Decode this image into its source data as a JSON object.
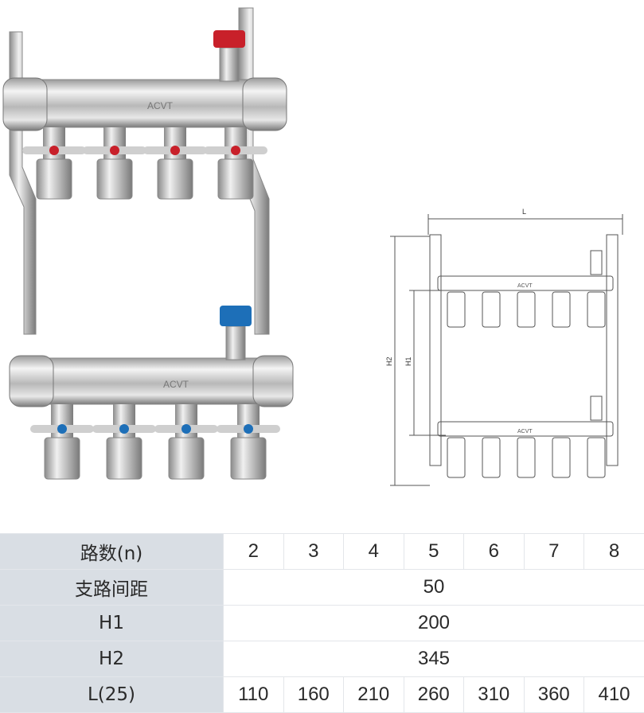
{
  "brand": "ACVT",
  "drawing": {
    "dim_L": "L",
    "dim_H1": "H1",
    "dim_H2": "H2"
  },
  "colors": {
    "supply_handle": "#c8202a",
    "return_handle": "#1d6fb8",
    "header_bg": "#d9dee4"
  },
  "table": {
    "rows": [
      {
        "label": "路数(n)",
        "values": [
          "2",
          "3",
          "4",
          "5",
          "6",
          "7",
          "8"
        ]
      },
      {
        "label": "支路间距",
        "span": "50"
      },
      {
        "label": "H1",
        "span": "200"
      },
      {
        "label": "H2",
        "span": "345"
      },
      {
        "label": "L(25)",
        "values": [
          "110",
          "160",
          "210",
          "260",
          "310",
          "360",
          "410"
        ]
      }
    ]
  }
}
